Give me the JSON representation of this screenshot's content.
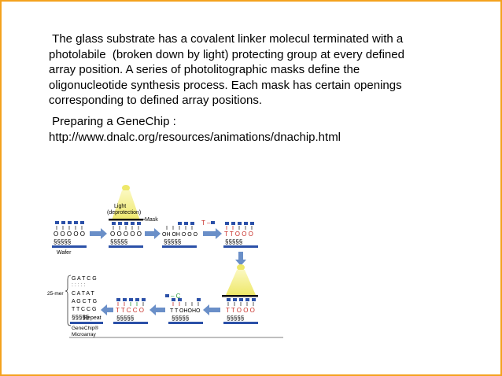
{
  "slide": {
    "paragraph1": " The glass substrate has a covalent linker molecul terminated with a\nphotolabile  (broken down by light) protecting group at every defined\narray position. A series of photolitographic masks define the\noligonucleotide synthesis process. Each mask has certain openings\ncorresponding to defined array positions.",
    "paragraph2": " Preparing a GeneChip :\nhttp://www.dnalc.org/resources/animations/dnachip.html"
  },
  "figure": {
    "light_label_1": "Light",
    "light_label_2": "(deprotection)",
    "mask_label": "Mask",
    "wafer_label": "Wafer",
    "oh_label": "OH OH O O O",
    "reagent_t": "T –",
    "reagent_c": "– C",
    "tt_label": "T T O O O",
    "tt_oh_label": "T T OHOHO",
    "ttcco_label": "T T C C O",
    "repeat_label": "Repeat",
    "mer_label": "25-mer",
    "chip_row1": "G A T C G",
    "chip_row2": "C A T A T",
    "chip_row3": "A G C T G",
    "chip_row4": "T T C C G",
    "genechip_label_1": "GeneChip®",
    "genechip_label_2": "Microarray",
    "base_row": "O O O O O",
    "accent_colors": {
      "mask_blue": "#2b50a8",
      "light_yellow": "#f3ef7a",
      "arrow_blue": "#6a8fc8",
      "red_t": "#c8302a",
      "green_c": "#2d9a3c"
    }
  }
}
